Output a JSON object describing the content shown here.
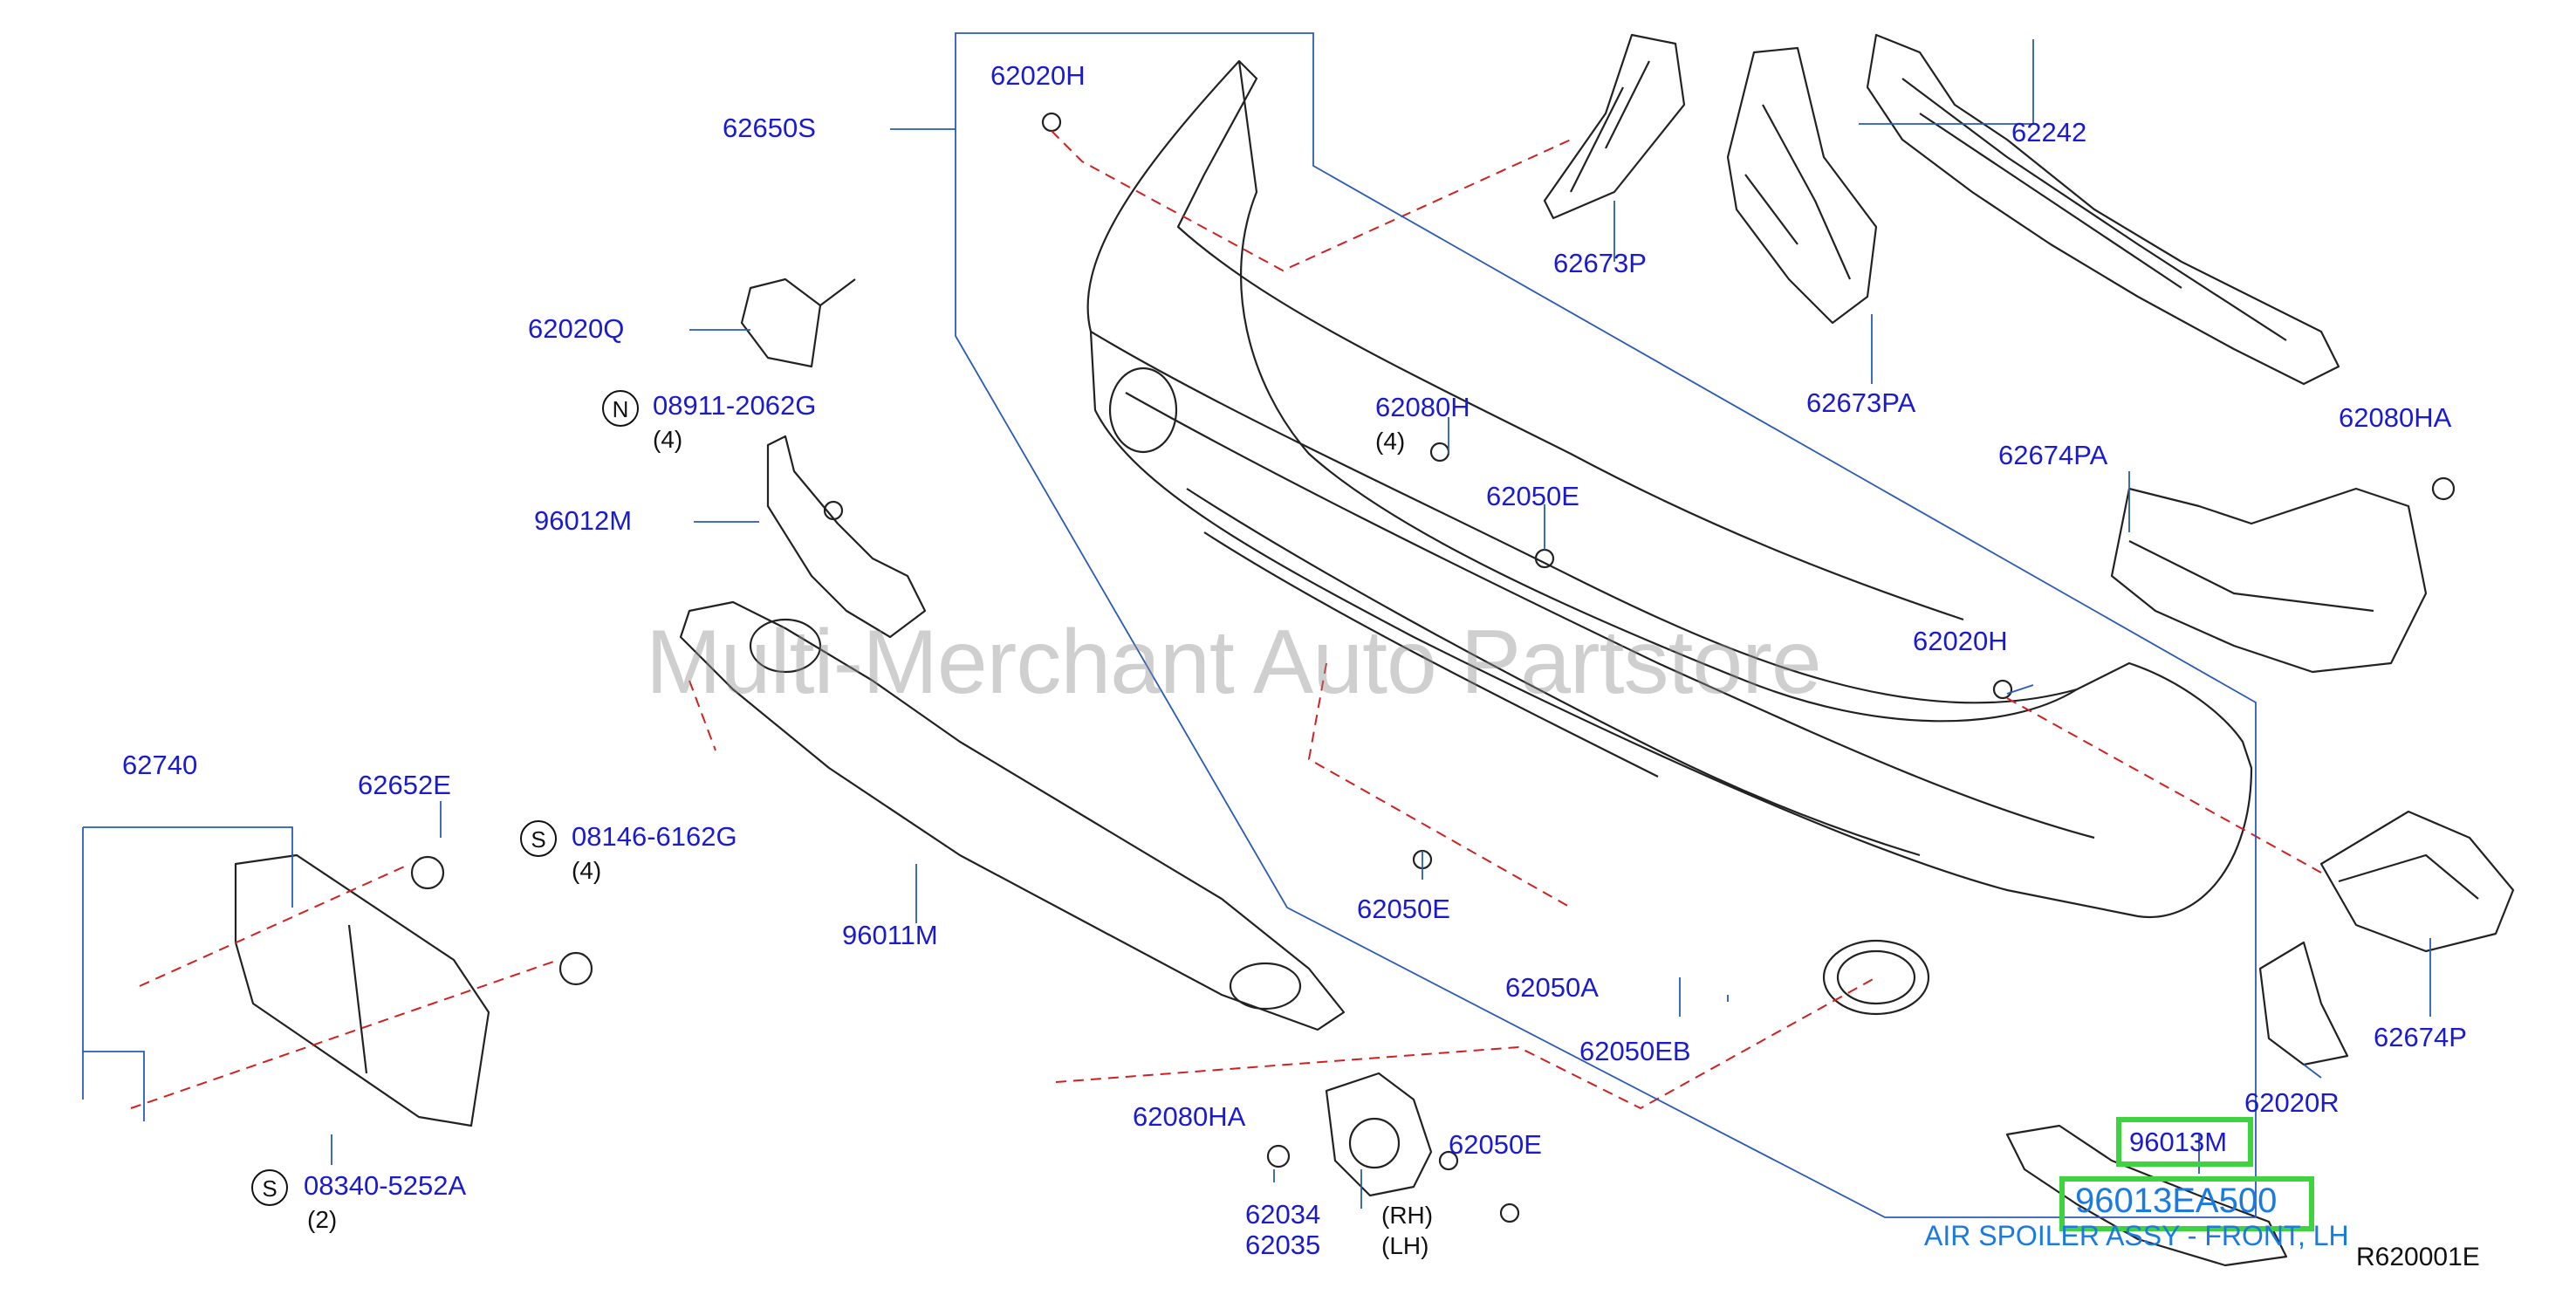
{
  "colors": {
    "label": "#1a1ad0",
    "outline": "#222222",
    "leader_blue": "#2a5ab8",
    "dashed_red": "#d02020",
    "highlight": "#3fd43f",
    "description": "#1a7ae0",
    "watermark": "#8c8c8c"
  },
  "watermark": "Multi-Merchant Auto Partstore",
  "parts": {
    "p62650S": "62650S",
    "p62020H_top": "62020H",
    "p62673P": "62673P",
    "p62673PA": "62673PA",
    "p62242": "62242",
    "p62020Q": "62020Q",
    "p08911": "08911-2062G",
    "p96012M": "96012M",
    "p62080H": "62080H",
    "p62050E_mid": "62050E",
    "p62674PA": "62674PA",
    "p62080HA_right": "62080HA",
    "p62020H_right": "62020H",
    "p62740": "62740",
    "p62652E": "62652E",
    "p08146": "08146-6162G",
    "p96011M": "96011M",
    "p62050E_low": "62050E",
    "p62050A": "62050A",
    "p62050EB": "62050EB",
    "p62674P": "62674P",
    "p62020R": "62020R",
    "p62080HA_low": "62080HA",
    "p62034": "62034",
    "p62035": "62035",
    "p62050E_bottom": "62050E",
    "p08340": "08340-5252A",
    "p96013M": "96013M",
    "p96013EA500": "96013EA500"
  },
  "quantities": {
    "q08911": "(4)",
    "q62080H": "(4)",
    "q08146": "(4)",
    "q08340": "(2)"
  },
  "sides": {
    "rh": "(RH)",
    "lh": "(LH)"
  },
  "symbols": {
    "n": "N",
    "s1": "S",
    "s2": "S"
  },
  "description": "AIR SPOILER ASSY - FRONT, LH",
  "diagram_code": "R620001E"
}
